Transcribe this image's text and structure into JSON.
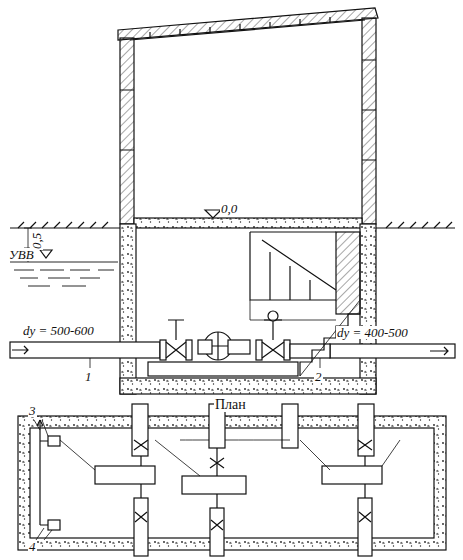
{
  "diagram": {
    "labels": [
      "0,5",
      "УВВ",
      "0,0",
      "dу = 500-600",
      "dу = 400-500",
      "1",
      "2",
      "План",
      "3",
      "4"
    ]
  }
}
